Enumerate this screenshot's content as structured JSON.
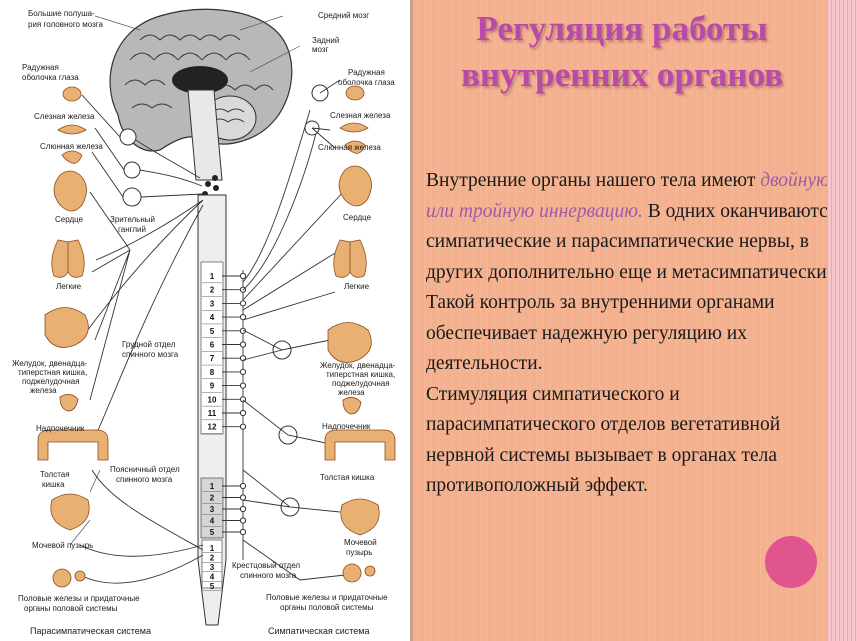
{
  "slide": {
    "title_line1": "Регуляция работы",
    "title_line2": "внутренних органов",
    "body": {
      "p1_before": "Внутренние органы нашего тела имеют ",
      "p1_emph": "двойную или тройную иннервацию.",
      "p1_after": " В одних оканчиваются симпатические и парасимпатические нервы, в других дополнительно еще и метасимпатические. Такой контроль за внутренними органами обеспечивает надежную регуляцию их деятельности.",
      "p2": "Стимуляция симпатического и парасимпатического отделов вегетативной нервной системы вызывает в органах тела противоположный эффект."
    },
    "colors": {
      "panel": "#f4b18f",
      "title": "#b94aa8",
      "emphasis": "#a15aa8",
      "circle": "#e0558d"
    }
  },
  "diagram": {
    "labels": {
      "hemispheres_1": "Большие полуша-",
      "hemispheres_2": "рия головного мозга",
      "midbrain": "Средний мозг",
      "hindbrain_1": "Задний",
      "hindbrain_2": "мозг",
      "iris_left_1": "Радужная",
      "iris_left_2": "оболочка глаза",
      "iris_right_1": "Радужная",
      "iris_right_2": "оболочка глаза",
      "lacrimal_left": "Слезная железа",
      "lacrimal_right": "Слезная железа",
      "salivary_left": "Слюнная железа",
      "salivary_right": "Слюнная железа",
      "heart_left": "Сердце",
      "heart_right": "Сердце",
      "ciliary_1": "Зрительный",
      "ciliary_2": "ганглий",
      "lungs_left": "Легкие",
      "lungs_right": "Легкие",
      "thoracic_1": "Грудной отдел",
      "thoracic_2": "спинного мозга",
      "stomach_left_1": "Желудок, двенадца-",
      "stomach_left_2": "типерстная кишка,",
      "stomach_left_3": "поджелудочная",
      "stomach_left_4": "железа",
      "stomach_right_1": "Желудок, двенадца-",
      "stomach_right_2": "типерстная кишка,",
      "stomach_right_3": "поджелудочная",
      "stomach_right_4": "железа",
      "adrenal_left": "Надпочечник",
      "adrenal_right": "Надпочечник",
      "lumbar_1": "Поясничный отдел",
      "lumbar_2": "спинного мозга",
      "colon_left_1": "Толстая",
      "colon_left_2": "кишка",
      "colon_right": "Толстая кишка",
      "bladder_left": "Мочевой пузырь",
      "bladder_right_1": "Мочевой",
      "bladder_right_2": "пузырь",
      "sacral_1": "Крестцовый отдел",
      "sacral_2": "спинного мозга",
      "gonads_left_1": "Половые железы и придаточные",
      "gonads_left_2": "органы половой системы",
      "gonads_right_1": "Половые железы и придаточные",
      "gonads_right_2": "органы половой системы",
      "parasympathetic": "Парасимпатическая система",
      "sympathetic": "Симпатическая система"
    },
    "thoracic_numbers": [
      "1",
      "2",
      "3",
      "4",
      "5",
      "6",
      "7",
      "8",
      "9",
      "10",
      "11",
      "12"
    ],
    "lumbar_numbers": [
      "1",
      "2",
      "3",
      "4",
      "5"
    ],
    "sacral_numbers": [
      "1",
      "2",
      "3",
      "4",
      "5"
    ]
  }
}
